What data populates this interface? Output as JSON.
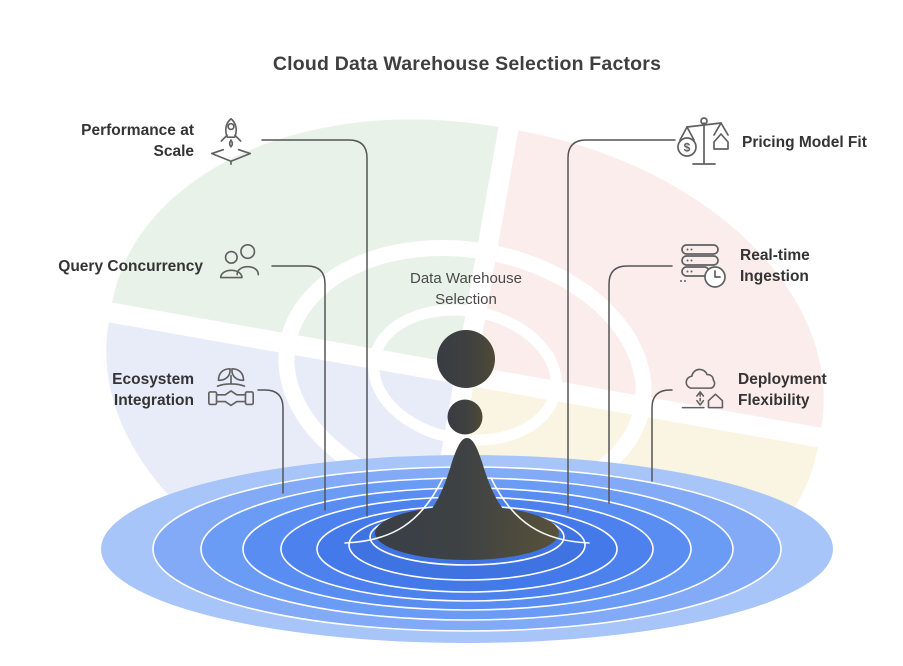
{
  "title": "Cloud Data Warehouse Selection Factors",
  "center": {
    "lines": [
      "Data Warehouse",
      "Selection"
    ],
    "visual": "water-droplet-splash-ripples"
  },
  "factors": {
    "left": [
      {
        "lines": [
          "Performance at",
          "Scale"
        ],
        "icon": "rocket-launch-icon"
      },
      {
        "lines": [
          "Query Concurrency"
        ],
        "icon": "users-icon"
      },
      {
        "lines": [
          "Ecosystem",
          "Integration"
        ],
        "icon": "handshake-sprout-icon"
      }
    ],
    "right": [
      {
        "lines": [
          "Pricing Model Fit"
        ],
        "icon": "balance-scale-dollar-icon"
      },
      {
        "lines": [
          "Real-time",
          "Ingestion"
        ],
        "icon": "database-clock-icon"
      },
      {
        "lines": [
          "Deployment",
          "Flexibility"
        ],
        "icon": "cloud-house-icon"
      }
    ]
  },
  "colors": {
    "title_text": "#3f3f3f",
    "label_text": "#343434",
    "center_text": "#4a4a4a",
    "connector": "#555555",
    "icon_stroke": "#606060",
    "droplet_dark": "#3c3f40",
    "droplet_olive": "#4e4a36",
    "ripple_bands_outer_to_inner": [
      "#a8c5f9",
      "#83aaf6",
      "#6a9cf5",
      "#5a8df1",
      "#4d82ee",
      "#4379e9",
      "#3f73e2"
    ],
    "ring_stroke": "#ffffff",
    "watermark_green": "#cfe2cd",
    "watermark_pink": "#f6d7d4",
    "watermark_yellow": "#f3e6bf",
    "watermark_lavender": "#ccd4f2"
  }
}
